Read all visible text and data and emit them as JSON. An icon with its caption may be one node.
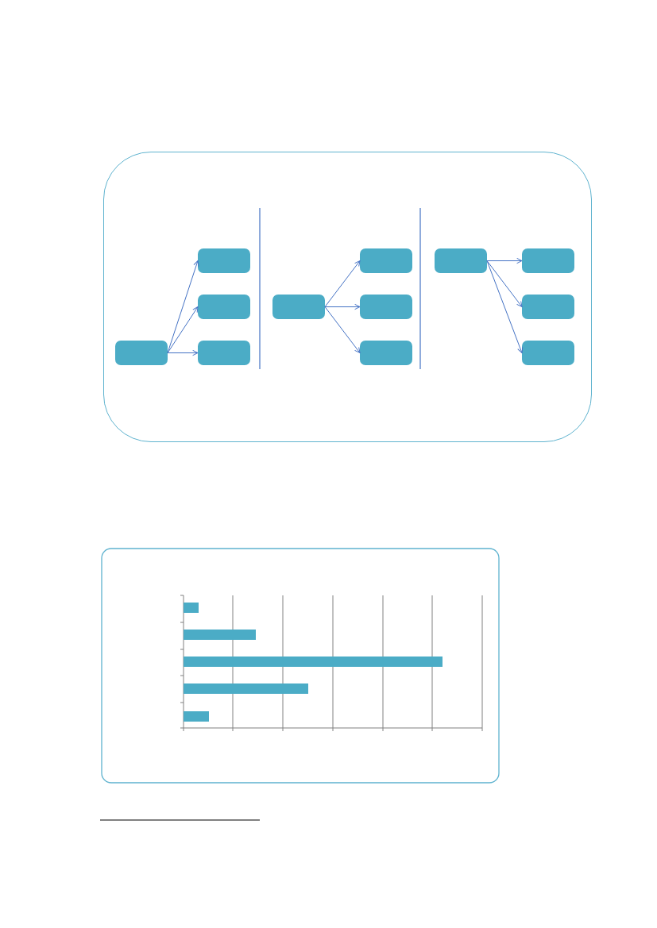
{
  "diagram": {
    "nodes": [
      {
        "text": [],
        "shape": "box"
      },
      {
        "text": [],
        "shape": "box",
        "in": 0
      },
      {
        "text": [],
        "shape": "box",
        "in": 0
      },
      {
        "text": [],
        "shape": "box",
        "in": 0
      },
      {
        "text": [],
        "shape": "box",
        "in": 0
      },
      {
        "text": [],
        "shape": "box",
        "in": 0
      },
      {
        "text": [],
        "shape": "box",
        "in": 0
      },
      {
        "text": [],
        "shape": "box",
        "in": 0
      },
      {
        "text": [],
        "shape": "box",
        "in": 0
      },
      {
        "text": [],
        "shape": "box",
        "in": 0
      },
      {
        "text": [],
        "shape": "box",
        "in": 0
      },
      {
        "text": [],
        "shape": "box",
        "in": 0
      },
      {
        "text": [],
        "shape": "box",
        "in": 0
      }
    ],
    "edges": [
      {
        "from": 1,
        "to": 2,
        "arrow": "to"
      },
      {
        "from": 1,
        "to": 3,
        "arrow": "to"
      },
      {
        "from": 1,
        "to": 4,
        "arrow": "to"
      },
      {
        "from": 5,
        "to": 6,
        "arrow": "to"
      },
      {
        "from": 5,
        "to": 7,
        "arrow": "to"
      },
      {
        "from": 5,
        "to": 8,
        "arrow": "to"
      },
      {
        "from": 9,
        "to": 10,
        "arrow": "to"
      },
      {
        "from": 9,
        "to": 11,
        "arrow": "to"
      },
      {
        "from": 9,
        "to": 12,
        "arrow": "to"
      }
    ]
  }
}
